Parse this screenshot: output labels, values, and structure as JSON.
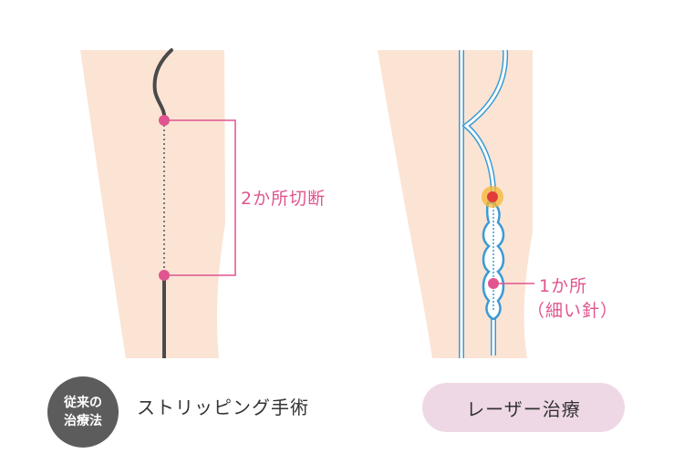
{
  "left_panel": {
    "annotation": "2か所切断",
    "badge_line1": "従来の",
    "badge_line2": "治療法",
    "caption": "ストリッピング手術"
  },
  "right_panel": {
    "annotation_line1": "1か所",
    "annotation_line2": "（細い針）",
    "caption": "レーザー治療"
  },
  "colors": {
    "skin": "#fbe4d4",
    "accent": "#e0558f",
    "vein": "#3a9bd5",
    "dark_vein": "#4a4a4a",
    "badge": "#5c5c5c",
    "pill": "#efd8e6"
  }
}
